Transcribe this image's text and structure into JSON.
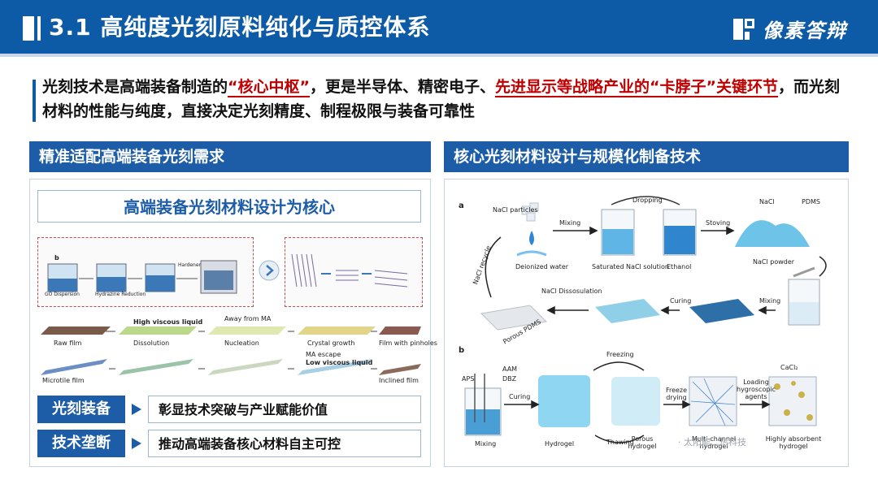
{
  "header": {
    "title": "3.1 高纯度光刻原料纯化与质控体系",
    "brand": "像素答辩"
  },
  "intro": {
    "part1": "光刻技术是高端装备制造的",
    "highlight1": "“核心中枢”",
    "part2": "，更是半导体、精密电子、",
    "highlight2": "先进显示等战略产业的“卡脖子”关键环节",
    "part3": "，而光刻材料的性能与纯度，直接决定光刻精度、制程极限与装备可靠性"
  },
  "left": {
    "section_title": "精准适配高端装备光刻需求",
    "subtitle": "高端装备光刻材料设计为核心",
    "rows": [
      {
        "tag": "光刻装备",
        "value": "彰显技术突破与产业赋能价值"
      },
      {
        "tag": "技术垄断",
        "value": "推动高端装备核心材料自主可控"
      }
    ],
    "figure_labels": {
      "b": "b",
      "go": "GO Dispersion",
      "hydrazine": "Hydrazine Reduction",
      "hardener": "Hardener",
      "raw_film": "Raw film",
      "dissolution": "Dissolution",
      "nucleation": "Nucleation",
      "crystal_growth": "Crystal growth",
      "film_pinholes": "Film with pinholes",
      "microtile": "Microtile film",
      "inclined": "Inclined film",
      "high_viscous": "High viscous liquid",
      "low_viscous": "Low viscous liquid",
      "ma_escape": "MA escape",
      "away_from_ma": "Away from MA"
    }
  },
  "right": {
    "section_title": "核心光刻材料设计与规模化制备技术",
    "figure_a": {
      "label": "a",
      "nacl_particles": "NaCl particles",
      "mixing": "Mixing",
      "dropping": "Dropping",
      "stoving": "Stoving",
      "legend_nacl": "NaCl",
      "legend_pdms": "PDMS",
      "deionized": "Deionized water",
      "saturated": "Saturated NaCl solution",
      "ethanol": "Ethanol",
      "nacl_powder": "NaCl powder",
      "nacl_recycle": "NaCl recycle",
      "nacl_dissolution": "NaCl Dissosulation",
      "curing": "Curing",
      "mixing2": "Mixing",
      "porous_pdms": "Porous PDMS"
    },
    "figure_b": {
      "label": "b",
      "aps": "APS",
      "aam": "AAM",
      "dbz": "DBZ",
      "curing": "Curing",
      "freezing": "Freezing",
      "thawing": "Thawing",
      "freeze_drying": "Freeze drying",
      "loading": "Loading hygroscopic agents",
      "cacl2": "CaCl₂",
      "mixing": "Mixing",
      "hydrogel": "Hydrogel",
      "porous_hydrogel": "Porous hydrogel",
      "multichannel": "Multi-channel hydrogel",
      "highly_absorbent": "Highly absorbent hydrogel"
    },
    "watermark": "· 太阳能…热科技"
  },
  "colors": {
    "primary": "#0d5aa7",
    "section": "#1d5da8",
    "highlight": "#c00000"
  }
}
